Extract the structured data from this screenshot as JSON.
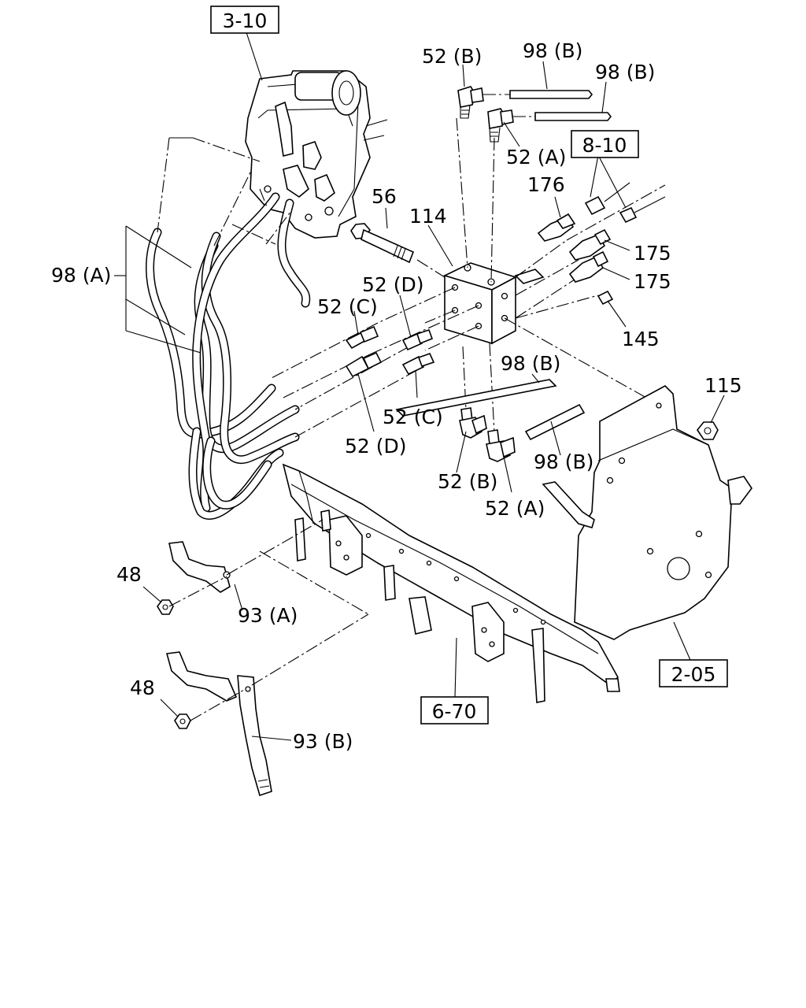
{
  "references": {
    "ref_3_10": "3-10",
    "ref_8_10": "8-10",
    "ref_2_05": "2-05",
    "ref_6_70": "6-70"
  },
  "callouts": {
    "c_52b_top": "52 (B)",
    "c_98b_top1": "98 (B)",
    "c_98b_top2": "98 (B)",
    "c_52a_top": "52 (A)",
    "c_176": "176",
    "c_56": "56",
    "c_114": "114",
    "c_175_a": "175",
    "c_175_b": "175",
    "c_145": "145",
    "c_98a": "98 (A)",
    "c_52d_up": "52 (D)",
    "c_52c_up": "52 (C)",
    "c_52c_low": "52 (C)",
    "c_52d_low": "52 (D)",
    "c_98b_mid": "98 (B)",
    "c_98b_low": "98 (B)",
    "c_52b_low": "52 (B)",
    "c_52a_low": "52 (A)",
    "c_115": "115",
    "c_48_a": "48",
    "c_93a": "93 (A)",
    "c_48_b": "48",
    "c_93b": "93 (B)"
  }
}
